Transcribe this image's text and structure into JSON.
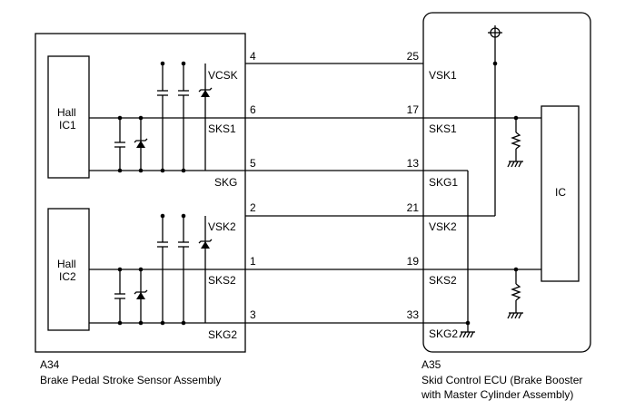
{
  "sensor": {
    "code": "A34",
    "name": "Brake Pedal Stroke Sensor Assembly",
    "ic1": [
      "Hall",
      "IC1"
    ],
    "ic2": [
      "Hall",
      "IC2"
    ],
    "terminals": [
      "VCSK",
      "SKS1",
      "SKG",
      "VSK2",
      "SKS2",
      "SKG2"
    ]
  },
  "ecu": {
    "code": "A35",
    "name_line1": "Skid Control ECU (Brake Booster",
    "name_line2": "with Master Cylinder Assembly)",
    "ic_label": "IC",
    "terminals": [
      "VSK1",
      "SKS1",
      "SKG1",
      "VSK2",
      "SKS2",
      "SKG2"
    ]
  },
  "wires": [
    {
      "pin_left": "4",
      "pin_right": "25"
    },
    {
      "pin_left": "6",
      "pin_right": "17"
    },
    {
      "pin_left": "5",
      "pin_right": "13"
    },
    {
      "pin_left": "2",
      "pin_right": "21"
    },
    {
      "pin_left": "1",
      "pin_right": "19"
    },
    {
      "pin_left": "3",
      "pin_right": "33"
    }
  ]
}
